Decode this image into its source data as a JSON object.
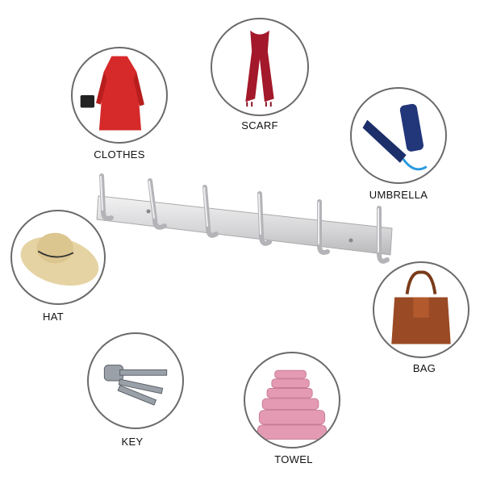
{
  "items": [
    {
      "label": "CLOTHES",
      "icon": "coat-icon"
    },
    {
      "label": "SCARF",
      "icon": "scarf-icon"
    },
    {
      "label": "UMBRELLA",
      "icon": "umbrella-icon"
    },
    {
      "label": "HAT",
      "icon": "hat-icon"
    },
    {
      "label": "BAG",
      "icon": "bag-icon"
    },
    {
      "label": "KEY",
      "icon": "keys-icon"
    },
    {
      "label": "TOWEL",
      "icon": "towels-icon"
    }
  ],
  "colors": {
    "circle_border": "#6a6a6a",
    "coat": "#d62a2a",
    "scarf": "#a3182a",
    "umbrella": "#1c2f6a",
    "hat": "#e6d3a3",
    "bag": "#9a4a24",
    "towel": "#e49ab3",
    "steel": "#d8d8da"
  }
}
